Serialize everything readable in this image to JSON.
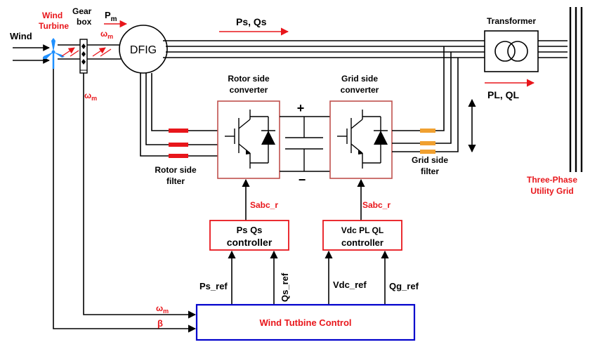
{
  "colors": {
    "red": "#e8161b",
    "blue": "#0000cc",
    "orange": "#f0a030",
    "turbine": "#1e90ff",
    "line": "#000000"
  },
  "labels": {
    "wind": "Wind",
    "wind_turbine_1": "Wind",
    "wind_turbine_2": "Turbine",
    "gearbox_1": "Gear",
    "gearbox_2": "box",
    "pm": "P",
    "pm_sub": "m",
    "wm": "ω",
    "wm_sub": "m",
    "dfig": "DFIG",
    "ps_qs_arrow": "Ps, Qs",
    "transformer": "Transformer",
    "pl_ql_arrow": "PL, QL",
    "rotor_conv_1": "Rotor side",
    "rotor_conv_2": "converter",
    "grid_conv_1": "Grid side",
    "grid_conv_2": "converter",
    "plus": "+",
    "minus": "−",
    "rotor_filter_1": "Rotor side",
    "rotor_filter_2": "filter",
    "grid_filter_1": "Grid side",
    "grid_filter_2": "filter",
    "grid_1": "Three-Phase",
    "grid_2": "Utility Grid",
    "sabc_left": "Sabc_r",
    "sabc_right": "Sabc_r",
    "ps_ctrl_1": "Ps Qs",
    "ps_ctrl_2": "controller",
    "vdc_ctrl_1": "Vdc PL QL",
    "vdc_ctrl_2": "controller",
    "ps_ref": "Ps_ref",
    "qs_ref": "Qs_ref",
    "vdc_ref": "Vdc_ref",
    "qg_ref": "Qg_ref",
    "beta": "β",
    "wtc": "Wind Tutbine Control"
  }
}
